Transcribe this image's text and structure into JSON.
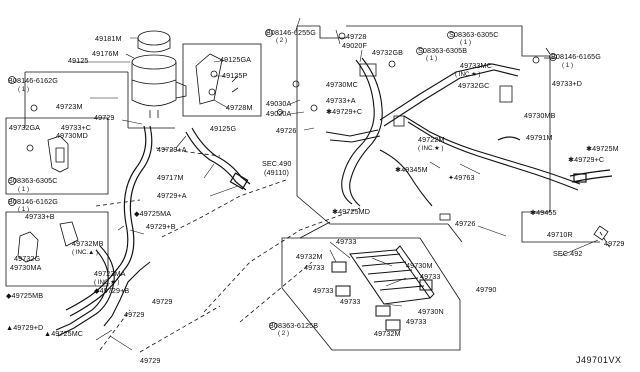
{
  "diagram_code": "J49701VX",
  "labels": {
    "p49181M": "49181M",
    "p49176M": "49176M",
    "p49125": "49125",
    "b08146_6162G": "B08146-6162G",
    "q1a": "( 1 )",
    "p49723M": "49723M",
    "p49729_top": "49729",
    "p49732GA": "49732GA",
    "p49733C": "49733+C",
    "p49730MD": "49730MD",
    "s08363_6305C_left": "S08363-6305C",
    "q1b": "( 1 )",
    "b08146_6162G_2": "B08146-6162G",
    "q1c": "( 1 )",
    "p49733B": "49733+B",
    "p49732MB": "49732MB",
    "inc_l": "( INC.▲ )",
    "p49732G": "49732G",
    "p49730MA": "49730MA",
    "p49723MA": "49723MA",
    "inc_star": "( INC.★ )",
    "p49729B": "◆49729+B",
    "p49725MB": "◆49725MB",
    "p49729D": "▲49729+D",
    "p49725MC": "▲49725MC",
    "p49729_bl": "49729",
    "p49725MA": "◆49725MA",
    "p49729B_r": "49729+B",
    "p49729_mid": "49729",
    "p49729_low": "49729",
    "p49729A": "49729+A",
    "p49717M": "49717M",
    "p49729A_2": "49729+A",
    "p49125GA": "49125GA",
    "p49125P": "49125P",
    "p49728M": "49728M",
    "p49125G": "49125G",
    "p49030A": "49030A",
    "p49020A": "49020A",
    "p49726": "49726",
    "sec490": "SEC.490",
    "sec490b": "(49110)",
    "b08146_6255G": "B08146-6255G",
    "q2a": "( 2 )",
    "p49728": "49728",
    "p49020F": "49020F",
    "p49732GB": "49732GB",
    "s08363_6305B": "S08363-6305B",
    "q1d": "( 1 )",
    "s08363_6305C_r": "S08363-6305C",
    "q1e": "( 1 )",
    "p49733MC": "49733MC",
    "inc_star2": "( INC.★ )",
    "b08146_6165G": "B08146-6165G",
    "q1f": "( 1 )",
    "p49733D": "49733+D",
    "p49730MC": "49730MC",
    "p49733A": "49733+A",
    "p49729C": "✱49729+C",
    "p49732GC": "49732GC",
    "p49730MB": "49730MB",
    "p49722M": "49722M",
    "inc_star3": "( INC.★ )",
    "p49791M": "49791M",
    "p49725M": "✱49725M",
    "p49729C_2": "✱49729+C",
    "p49345M": "✱49345M",
    "p49763": "✦49763",
    "p49725MD": "✱49725MD",
    "p49726_r": "49726",
    "p49455": "✱49455",
    "p49710R": "49710R",
    "p49729_r": "49729",
    "sec492": "SEC.492",
    "p49733_1": "49733",
    "p49732M": "49732M",
    "p49733_2": "49733",
    "p49730M": "49730M",
    "p49733_3": "49733",
    "p49790": "49790",
    "p49733_4": "49733",
    "p49733_5": "49733",
    "p49730N": "49730N",
    "p49733_6": "49733",
    "b08363_6125B": "B08363-6125B",
    "q2b": "( 2 )",
    "p49732M_b": "49732M"
  }
}
